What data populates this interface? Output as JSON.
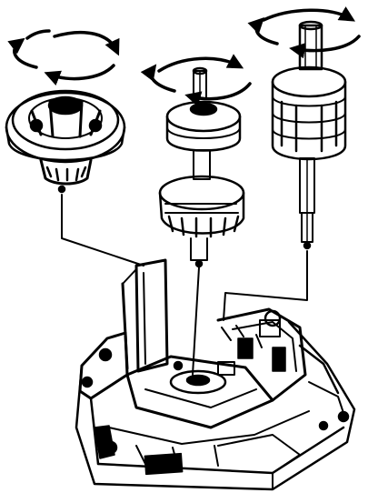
{
  "diagram": {
    "style": "black line-art exploded view",
    "colors": {
      "ink": "#000000",
      "paper": "#ffffff"
    },
    "components": [
      {
        "name": "planetary-carrier-assembly",
        "rotation": "rotation-arrows"
      },
      {
        "name": "gear-and-shaft-assembly",
        "rotation": "rotation-arrows"
      },
      {
        "name": "sun-gear-shaft-assembly",
        "rotation": "rotation-arrows"
      },
      {
        "name": "transmission-case"
      }
    ],
    "text_labels": []
  }
}
